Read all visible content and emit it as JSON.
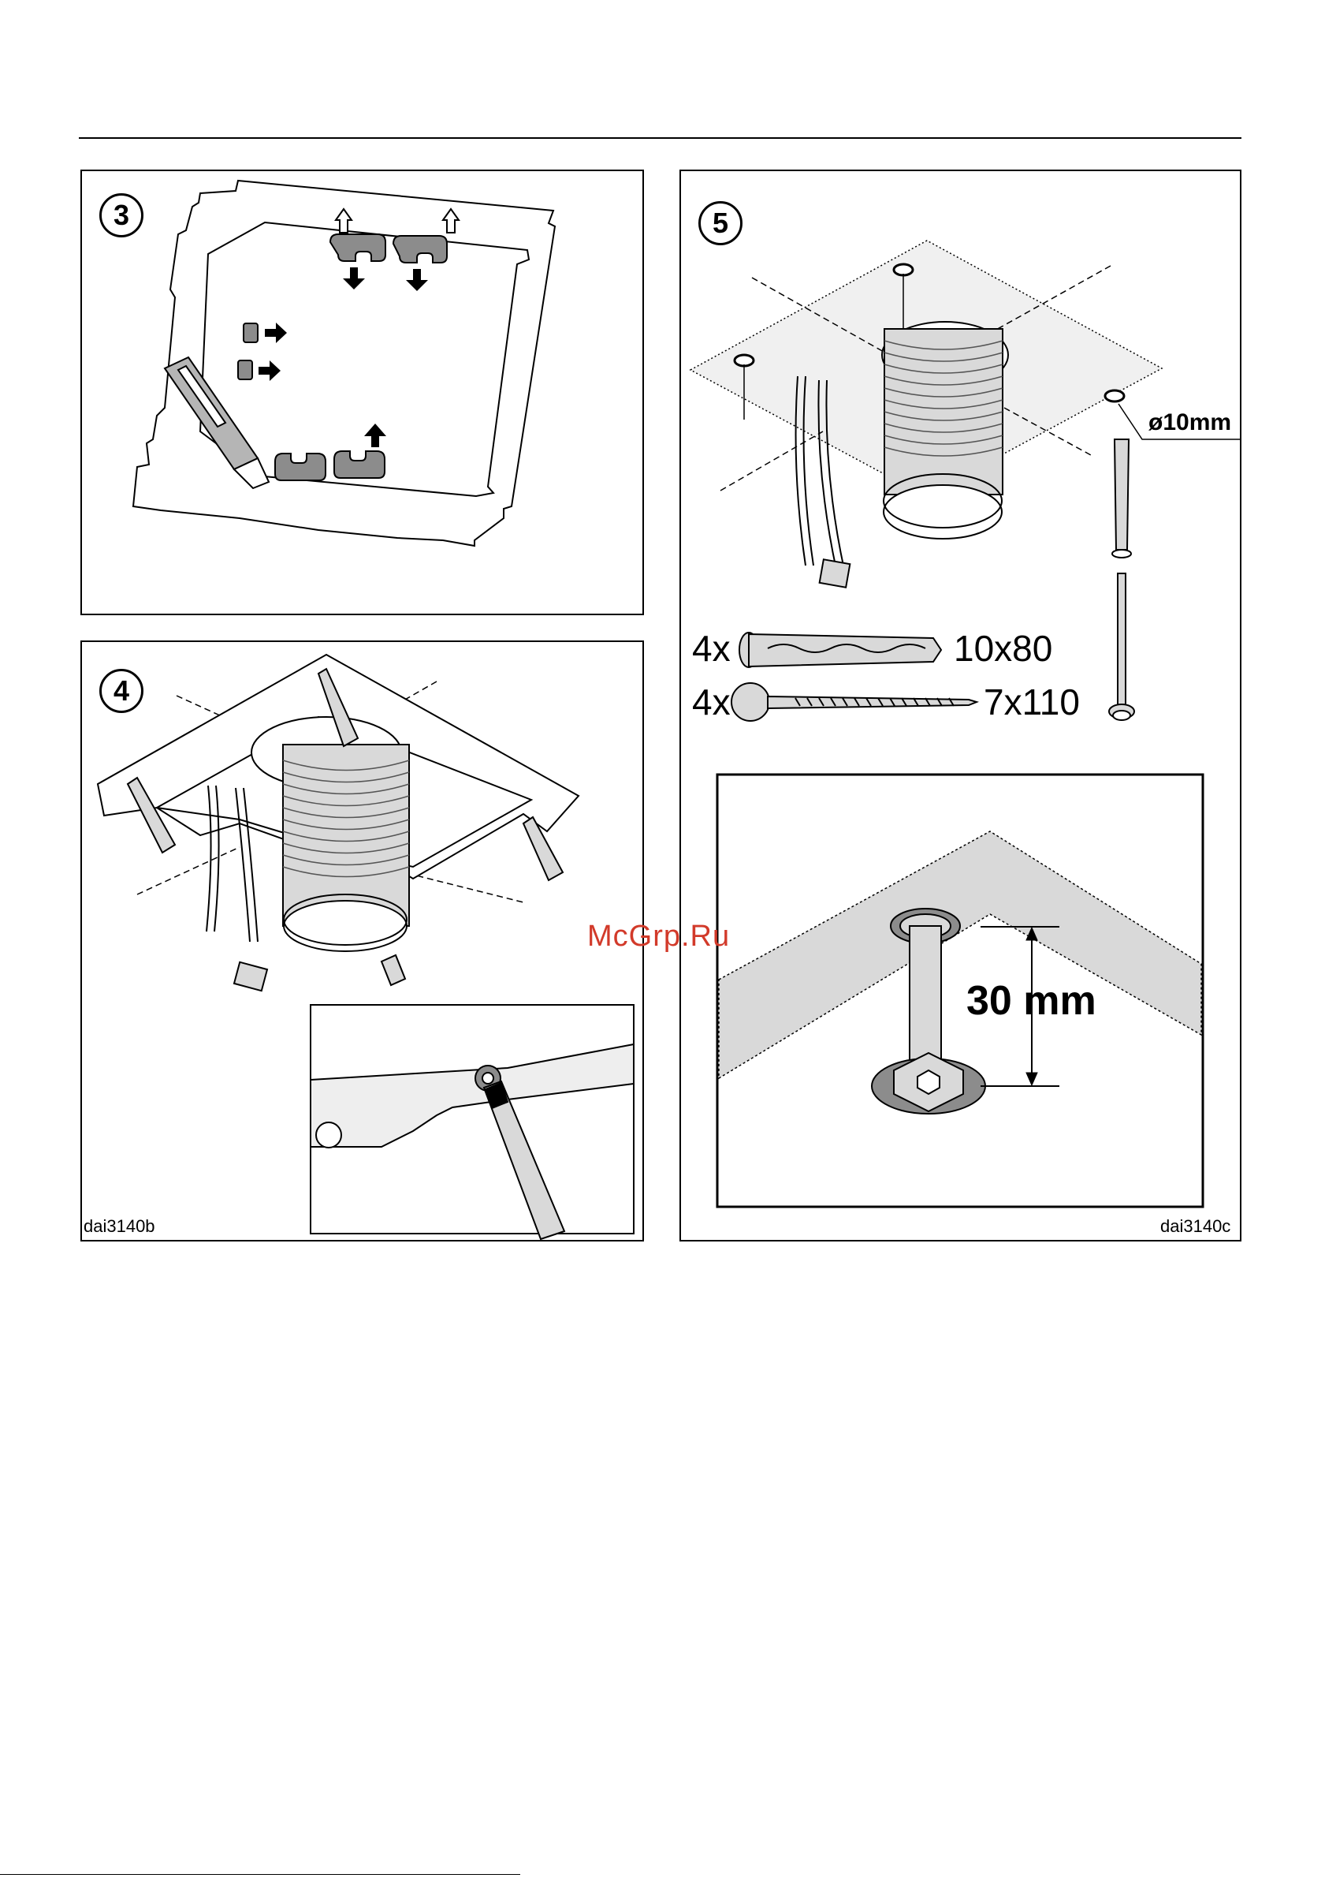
{
  "steps": {
    "step3": {
      "number": "3"
    },
    "step4": {
      "number": "4",
      "code": "dai3140b"
    },
    "step5": {
      "number": "5",
      "code": "dai3140c",
      "drill_label": "ø10mm",
      "parts": [
        {
          "qty": "4x",
          "size": "10x80",
          "icon": "wall-plug-icon"
        },
        {
          "qty": "4x",
          "size": "7x110",
          "icon": "hex-screw-icon"
        }
      ],
      "detail_dimension": "30 mm"
    }
  },
  "watermark": "McGrp.Ru",
  "colors": {
    "line": "#000000",
    "part_fill": "#d9d9d9",
    "dark_fill": "#8c8c8c",
    "watermark": "#d23a2a"
  }
}
